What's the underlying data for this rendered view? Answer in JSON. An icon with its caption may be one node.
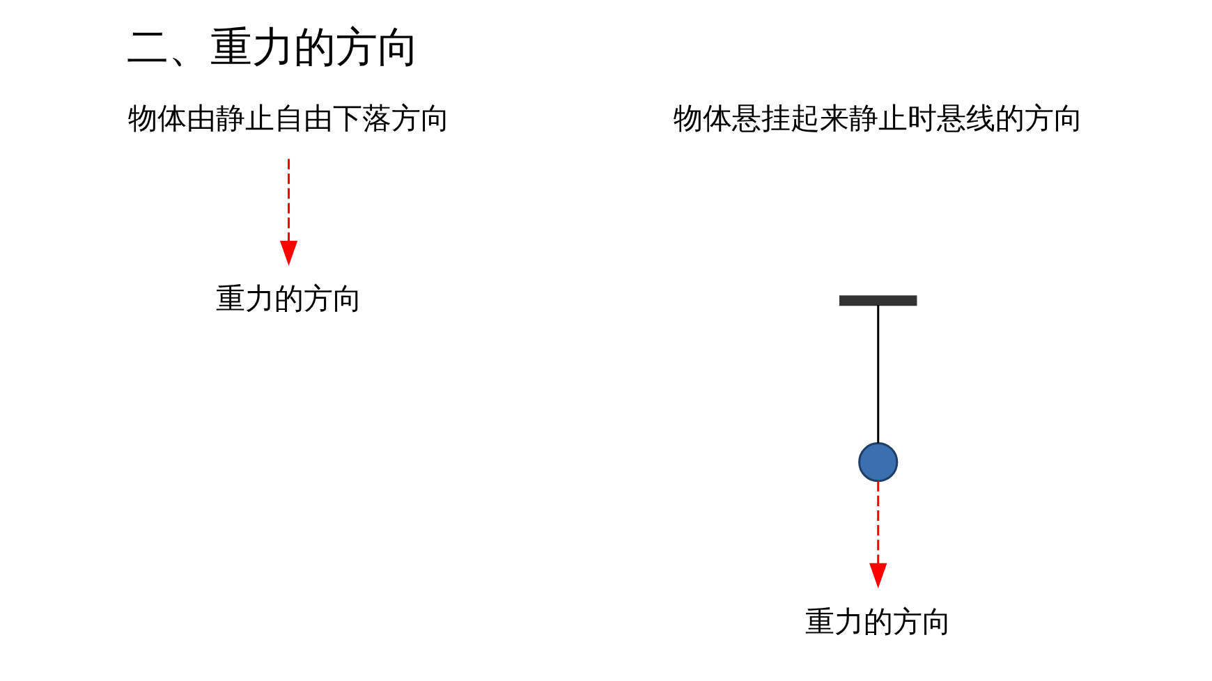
{
  "diagram": {
    "title": "二、重力的方向",
    "nodes": [
      {
        "text": [
          "物体由静止自由下落方向"
        ]
      },
      {
        "text": [
          "重力的方向"
        ]
      },
      {
        "text": [],
        "shape": "bar"
      },
      {
        "text": [],
        "shape": "circle"
      },
      {
        "text": [
          "重力的方向"
        ]
      }
    ],
    "edges": [
      {
        "from": 0,
        "to": 1,
        "arrow": "to",
        "style": "dashed",
        "color": "#ff0000"
      },
      {
        "from": 2,
        "to": 3,
        "arrow": "none",
        "color": "#000000"
      },
      {
        "from": 3,
        "to": 4,
        "arrow": "to",
        "style": "dashed",
        "color": "#ff0000"
      }
    ],
    "labels": [
      "物体悬挂起来静止时悬线的方向"
    ]
  }
}
